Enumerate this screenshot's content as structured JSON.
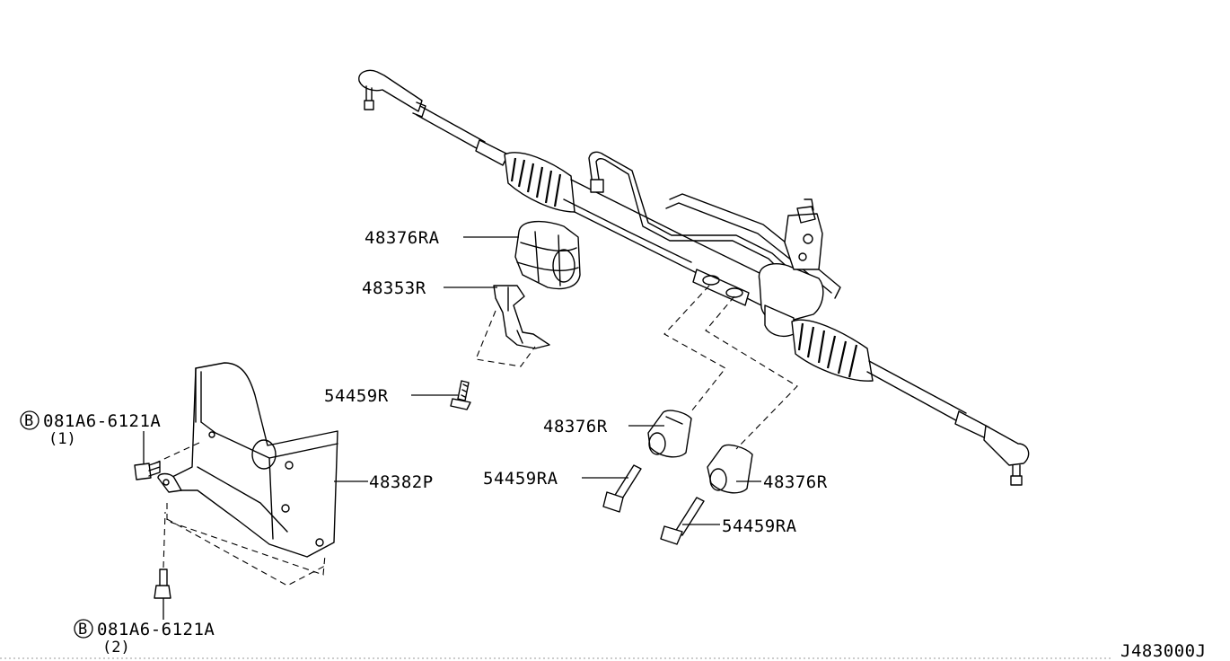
{
  "diagram_id": "J483000J",
  "callouts": [
    {
      "key": "c48376ra",
      "text": "48376RA"
    },
    {
      "key": "c48353r",
      "text": "48353R"
    },
    {
      "key": "c54459r",
      "text": "54459R"
    },
    {
      "key": "c48376r_a",
      "text": "48376R"
    },
    {
      "key": "c54459ra_a",
      "text": "54459RA"
    },
    {
      "key": "c48376r_b",
      "text": "48376R"
    },
    {
      "key": "c54459ra_b",
      "text": "54459RA"
    },
    {
      "key": "c48382p",
      "text": "48382P"
    }
  ],
  "bolt_callouts": [
    {
      "circle_letter": "B",
      "part": "081A6-6121A",
      "qty": "(1)"
    },
    {
      "circle_letter": "B",
      "part": "081A6-6121A",
      "qty": "(2)"
    }
  ]
}
